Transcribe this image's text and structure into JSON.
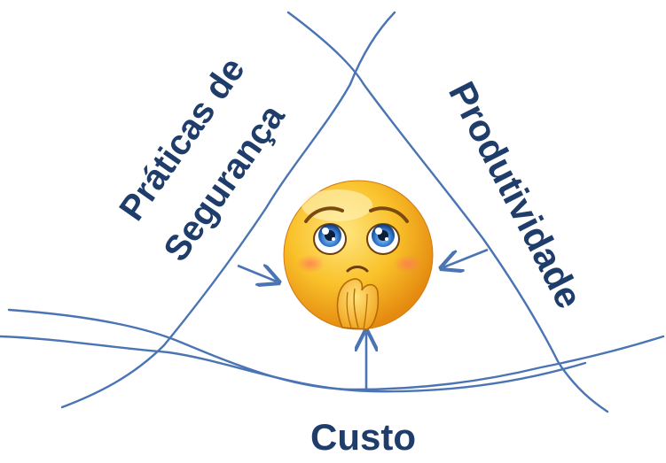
{
  "labels": {
    "left_line1": "Práticas de ",
    "left_line2": "Segurança ",
    "right": "Produtividade ",
    "bottom": "Custo "
  },
  "colors": {
    "line": "#4a74b4",
    "text": "#1f3d6b",
    "face": "#f7b21c"
  },
  "icons": {
    "center": "worried-pleading-emoji-icon"
  }
}
